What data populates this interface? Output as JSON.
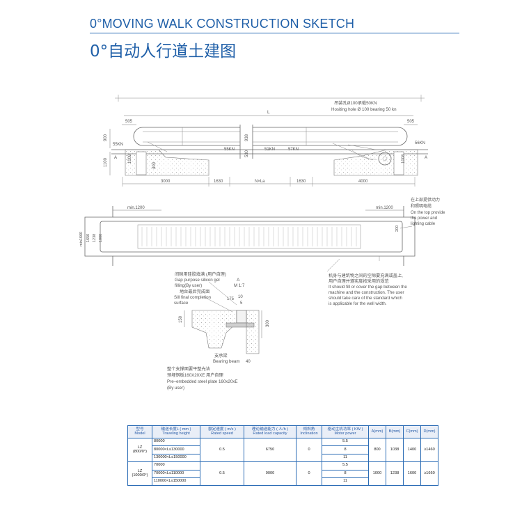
{
  "title_en": "0°MOVING WALK CONSTRUCTION SKETCH",
  "title_cn": "0°自动人行道土建图",
  "elevation": {
    "hoist_cn": "吊装孔Ø100承载50KN",
    "hoist_en": "Hositing hole Ø 100 bearing 50 kn",
    "L": "L",
    "d505_left": "505",
    "d505_right": "505",
    "d900": "900",
    "d55kn": "55KN",
    "d56kn": "56KN",
    "load_a": "55KN",
    "load_b": "51KN",
    "load_c": "57KN",
    "d938": "938",
    "d530": "530",
    "d1100": "1100",
    "d1008_left": "1008",
    "d1008_right": "1008",
    "d400": "400",
    "mark_a_left": "A",
    "mark_a_right": "A",
    "b3000": "3000",
    "b1630_left": "1630",
    "bNxLa": "N×La",
    "b1630_right": "1630",
    "b4000": "4000"
  },
  "plan": {
    "min_left": "min.1200",
    "min_right": "min.1200",
    "v_min1660": "min1660",
    "v_1650": "1650",
    "v_1238": "1238",
    "v_1000": "1000",
    "v_200": "200",
    "note_r_cn1": "在上部提供动力",
    "note_r_cn2": "和照明电缆",
    "note_r_en1": "On the top provide",
    "note_r_en2": "the power and",
    "note_r_en3": "lighting cable"
  },
  "detail": {
    "gap_cn": "间隙用硅胶填满 (用户自理)",
    "gap_en1": "Gap purpose silicon gel",
    "gap_en2": "filling(By user)",
    "final_cn": "地台最后完成面",
    "final_en1": "Sill final completion",
    "final_en2": "surface",
    "a_mark": "A",
    "scale": "M 1:7",
    "d175": "175",
    "d10": "10",
    "d5": "5",
    "d150": "150",
    "d300": "300",
    "beam_cn": "支承梁",
    "beam_en": "Bearing beam",
    "d40": "40",
    "support_cn": "整个支撑面要平整光洁",
    "plate_cn": "预埋钢板160X20XE 用户自理",
    "plate_en1": "Pre–embedded steel plate 160x20xE",
    "plate_en2": "(By user)",
    "gapnote_cn1": "机身与建筑物之间的空隙要充满或盖上,",
    "gapnote_cn2": "用户自理并遵宪度按采用的规范",
    "gapnote_en1": "It should fill or cover the gap between the",
    "gapnote_en2": "machine and the construction. The user",
    "gapnote_en3": "should take care of the standard which",
    "gapnote_en4": "is applicable for the well width."
  },
  "table": {
    "headers": {
      "model_cn": "型号",
      "model_en": "Model",
      "len_cn": "输送长度L ( mm )",
      "len_en": "Traveling height",
      "speed_cn": "额定速度 ( m/s )",
      "speed_en": "Rated speed",
      "cap_cn": "理论输送能力 ( 人/h )",
      "cap_en": "Rated load capacity",
      "incl_cn": "倾斜角",
      "incl_en": "Inclination",
      "motor_cn": "驱动主机功率 ( KW )",
      "motor_en": "Motor power",
      "a": "A(mm)",
      "b": "B(mm)",
      "c": "C(mm)",
      "d": "D(mm)"
    },
    "groups": [
      {
        "model": "LZ",
        "model_sub": "(800/0°)",
        "lengths": [
          "80000",
          "80000<L≤130000",
          "130000<L≤150000"
        ],
        "speed": "0.5",
        "capacity": "6750",
        "inclination": "0",
        "motor": [
          "5.5",
          "8",
          "11"
        ],
        "a": "800",
        "b": "1038",
        "c": "1400",
        "d": "≥1460"
      },
      {
        "model": "LZ",
        "model_sub": "(1000/0°)",
        "lengths": [
          "70000",
          "70000<L≤110000",
          "110000<L≤150000"
        ],
        "speed": "0.5",
        "capacity": "9000",
        "inclination": "0",
        "motor": [
          "5.5",
          "8",
          "11"
        ],
        "a": "1000",
        "b": "1238",
        "c": "1600",
        "d": "≥1660"
      }
    ]
  }
}
